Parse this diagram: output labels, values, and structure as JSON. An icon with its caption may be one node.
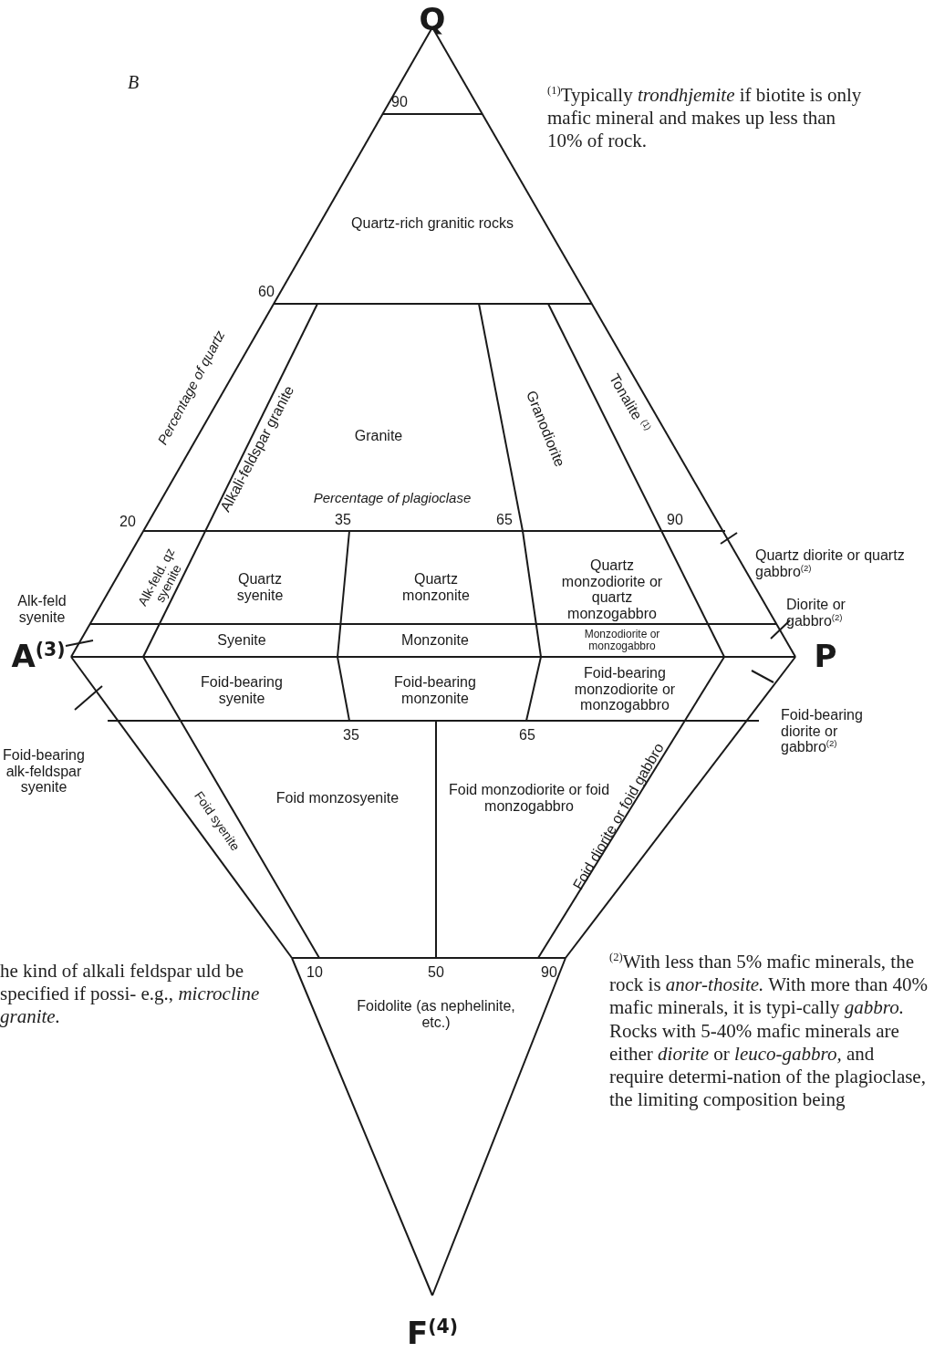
{
  "diagram": {
    "labels": [
      "Q",
      "B",
      "90",
      "$^{(1)}$Typically *trondhjemite* if biotite is only mafic mineral and makes up less than 10% of rock.",
      "Quartz-rich granitic rocks",
      "60",
      "Percentage of quartz",
      "Alkali-feldspar granite",
      "Granite",
      "Granodiorite",
      "Tonalite $^{(1)}$",
      "Percentage of plagioclase",
      "20",
      "35",
      "65",
      "90",
      "Quartz diorite or quartz gabbro$^{(2)}$",
      "Alk-feld. qz syenite",
      "Quartz syenite",
      "Quartz monzonite",
      "Quartz monzodiorite or quartz monzogabbro",
      "Alk-feld syenite",
      "Diorite or gabbro$^{(2)}$",
      "Syenite",
      "Monzonite",
      "Monzodiorite or monzogabbro",
      "A$^{(3)}$",
      "P",
      "Foid-bearing syenite",
      "Foid-bearing monzonite",
      "Foid-bearing monzodiorite or monzogabbro",
      "Foid-bearing diorite or gabbro$^{(2)}$",
      "35",
      "65",
      "Foid-bearing alk-feldspar syenite",
      "Foid syenite",
      "Foid monzosyenite",
      "Foid monzodiorite or foid monzogabbro",
      "Foid diorite or foid gabbro",
      "10",
      "50",
      "90",
      "$^{(2)}$With less than 5% mafic minerals, the rock is *anor-thosite.* With more than 40% mafic minerals, it is typi-cally *gabbro.* Rocks with 5-40% mafic minerals are either *diorite* or *leuco-gabbro,* and require determi-nation of the plagioclase, the limiting composition being",
      "Foidolite (as nephelinite, etc.)",
      "he kind of alkali feldspar uld be specified if possi- e.g., *microcline granite.*",
      "F$^{(4)}$"
    ]
  }
}
